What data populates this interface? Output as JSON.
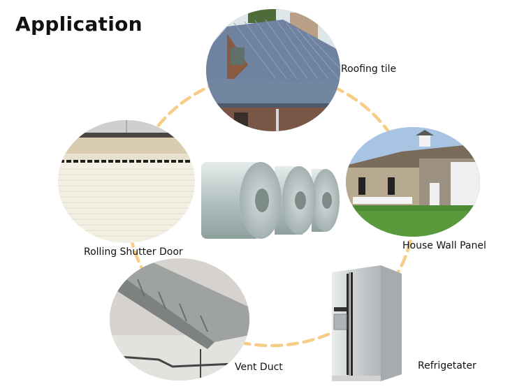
{
  "title": "Application",
  "center_product": {
    "name": "steel-coils",
    "icon": "metal-coil-icon"
  },
  "applications": [
    {
      "id": "roofing",
      "label": "Roofing tile",
      "icon": "roof-photo"
    },
    {
      "id": "house-wall",
      "label": "House Wall Panel",
      "icon": "house-photo"
    },
    {
      "id": "refrigerator",
      "label": "Refrigetater",
      "icon": "refrigerator-photo"
    },
    {
      "id": "vent-duct",
      "label": "Vent Duct",
      "icon": "duct-photo"
    },
    {
      "id": "rolling-shutter",
      "label": "Rolling Shutter Door",
      "icon": "shutter-photo"
    }
  ],
  "colors": {
    "dash_ring": "#F5C77A",
    "text": "#111111",
    "background": "#FFFFFF"
  }
}
